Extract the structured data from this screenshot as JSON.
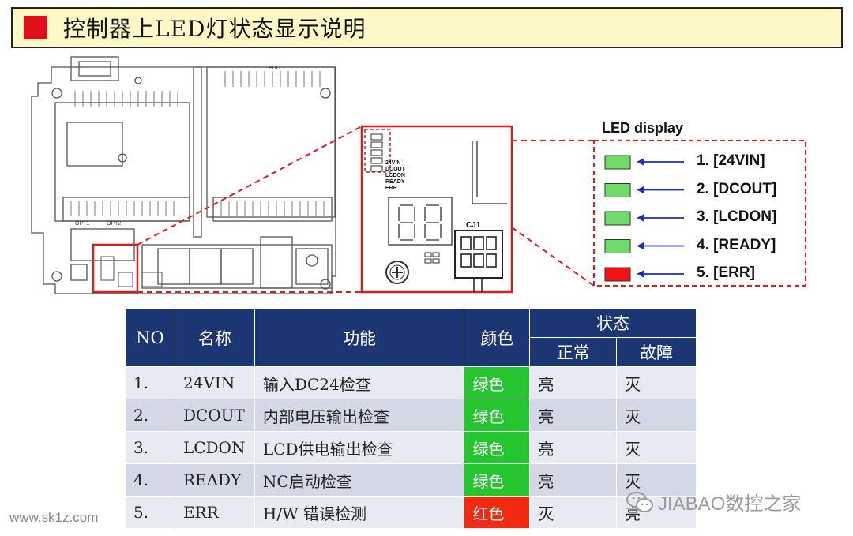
{
  "title": "控制器上LED灯状态显示说明",
  "board_labels": {
    "pull": "PULL",
    "opt1": "OPT1",
    "opt2": "OPT2",
    "cj1": "CJ1",
    "zoom_leds": [
      "24VIN",
      "DCOUT",
      "LCDON",
      "READY",
      "ERR"
    ]
  },
  "led_display": {
    "title": "LED display",
    "items": [
      {
        "label": "1. [24VIN]",
        "color": "#6fdc6a"
      },
      {
        "label": "2. [DCOUT]",
        "color": "#6fdc6a"
      },
      {
        "label": "3. [LCDON]",
        "color": "#6fdc6a"
      },
      {
        "label": "4. [READY]",
        "color": "#6fdc6a"
      },
      {
        "label": "5. [ERR]",
        "color": "#f01414"
      }
    ]
  },
  "table": {
    "headers": {
      "no": "NO",
      "name": "名称",
      "function": "功能",
      "color": "颜色",
      "status": "状态",
      "normal": "正常",
      "fault": "故障"
    },
    "rows": [
      {
        "no": "1.",
        "name": "24VIN",
        "function": "输入DC24检查",
        "color": "绿色",
        "normal": "亮",
        "fault": "灭"
      },
      {
        "no": "2.",
        "name": "DCOUT",
        "function": "内部电压输出检查",
        "color": "绿色",
        "normal": "亮",
        "fault": "灭"
      },
      {
        "no": "3.",
        "name": "LCDON",
        "function": "LCD供电输出检查",
        "color": "绿色",
        "normal": "亮",
        "fault": "灭"
      },
      {
        "no": "4.",
        "name": "READY",
        "function": "NC启动检查",
        "color": "绿色",
        "normal": "亮",
        "fault": "灭"
      },
      {
        "no": "5.",
        "name": "ERR",
        "function": "H/W 错误检测",
        "color": "红色",
        "normal": "灭",
        "fault": "亮"
      }
    ]
  },
  "watermarks": {
    "left": "www.sk1z.com",
    "right": "JIABAO数控之家"
  },
  "colors": {
    "header_bg": "#1c3673",
    "green": "#25c52f",
    "red": "#f22a12",
    "callout_red": "#d81e1e"
  }
}
